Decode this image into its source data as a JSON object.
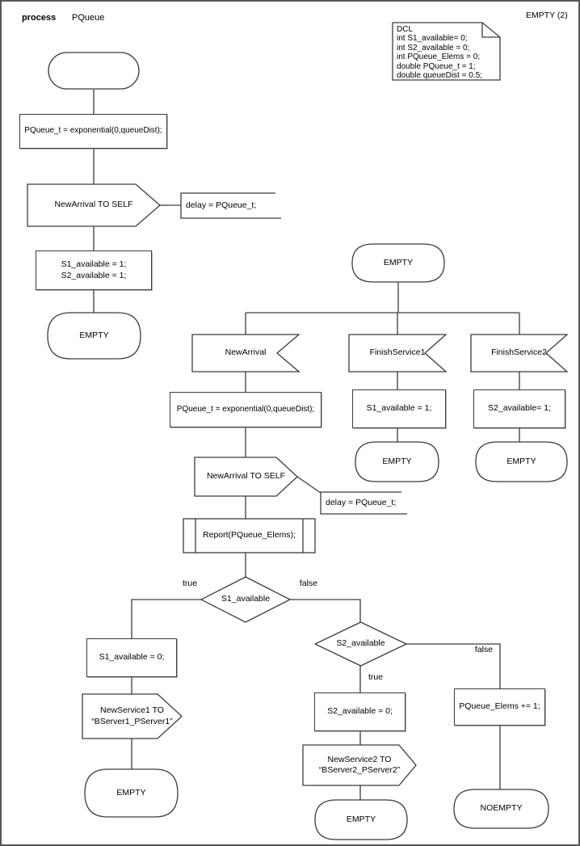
{
  "header": {
    "kind_label": "process",
    "process_name": "PQueue",
    "page_label": "EMPTY (2)"
  },
  "dcl": {
    "title": "DCL",
    "lines": [
      "int S1_available= 0;",
      "int S2_available = 0;",
      "int PQueue_Elems = 0;",
      "double PQueue_t = 1;",
      "double queueDist = 0.5;"
    ]
  },
  "start_flow": {
    "set_timer": "PQueue_t = exponential(0,queueDist);",
    "send_self": "NewArrival TO SELF",
    "delay_note": "delay = PQueue_t;",
    "init_line1": "S1_available = 1;",
    "init_line2": "S2_available = 1;",
    "next_state": "EMPTY"
  },
  "empty_state": {
    "name": "EMPTY",
    "new_arrival": {
      "input": "NewArrival",
      "set_timer": "PQueue_t = exponential(0,queueDist);",
      "send_self": "NewArrival TO SELF",
      "delay_note": "delay = PQueue_t;",
      "report_call": "Report(PQueue_Elems);",
      "decision_s1": "S1_available",
      "s1_true_label": "true",
      "s1_false_label": "false",
      "s1_branch": {
        "assign": "S1_available = 0;",
        "send_line1": "NewService1 TO",
        "send_line2": "“BServer1_PServer1”",
        "next_state": "EMPTY"
      },
      "decision_s2": "S2_available",
      "s2_true_label": "true",
      "s2_false_label": "false",
      "s2_branch": {
        "assign": "S2_available = 0;",
        "send_line1": "NewService2 TO",
        "send_line2": "“BServer2_PServer2”",
        "next_state": "EMPTY"
      },
      "queue_branch": {
        "assign": "PQueue_Elems += 1;",
        "next_state": "NOEMPTY"
      }
    },
    "finish_service1": {
      "input": "FinishService1",
      "assign": "S1_available = 1;",
      "next_state": "EMPTY"
    },
    "finish_service2": {
      "input": "FinishService2",
      "assign": "S2_available= 1;",
      "next_state": "EMPTY"
    }
  }
}
